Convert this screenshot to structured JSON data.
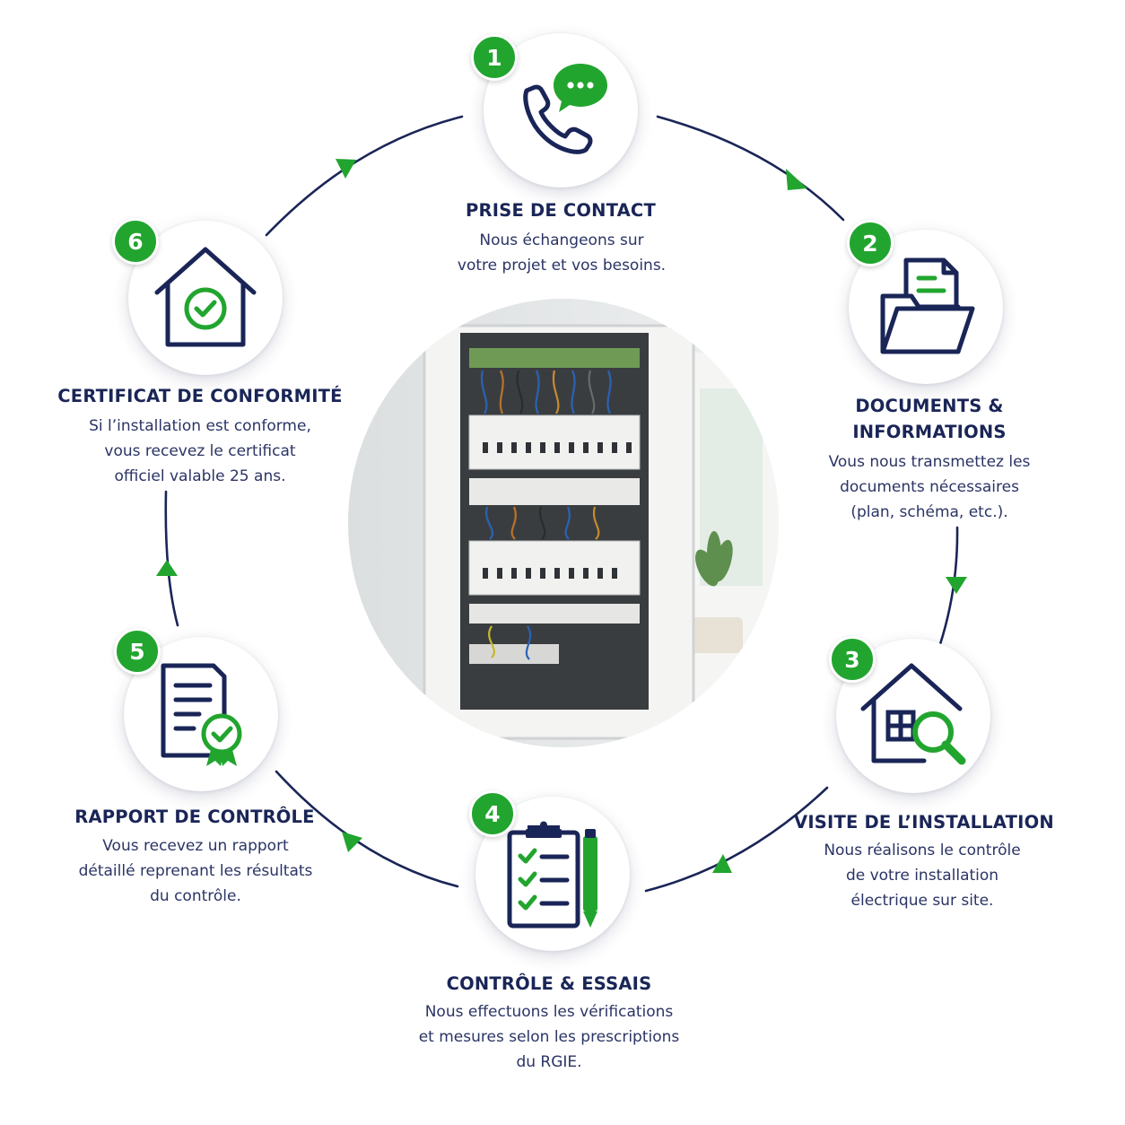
{
  "colors": {
    "navy": "#1a2557",
    "green": "#22a52f",
    "text": "#2b3465"
  },
  "center_image": {
    "subject": "electrical-distribution-panel"
  },
  "steps": [
    {
      "number": "1",
      "icon": "phone-chat-icon",
      "title": "PRISE DE CONTACT",
      "desc": [
        "Nous échangeons sur",
        "votre projet et vos besoins."
      ]
    },
    {
      "number": "2",
      "icon": "document-folder-icon",
      "title": [
        "DOCUMENTS &",
        "INFORMATIONS"
      ],
      "desc": [
        "Vous nous transmettez les",
        "documents nécessaires",
        "(plan, schéma, etc.)."
      ]
    },
    {
      "number": "3",
      "icon": "house-magnifier-icon",
      "title": "VISITE DE L’INSTALLATION",
      "desc": [
        "Nous réalisons le contrôle",
        "de votre installation",
        "électrique sur site."
      ]
    },
    {
      "number": "4",
      "icon": "clipboard-checklist-icon",
      "title": "CONTRÔLE & ESSAIS",
      "desc": [
        "Nous effectuons les vérifications",
        "et mesures selon les prescriptions",
        "du RGIE."
      ]
    },
    {
      "number": "5",
      "icon": "report-certified-icon",
      "title": "RAPPORT DE CONTRÔLE",
      "desc": [
        "Vous recevez un rapport",
        "détaillé reprenant les résultats",
        "du contrôle."
      ]
    },
    {
      "number": "6",
      "icon": "house-check-icon",
      "title": "CERTIFICAT DE CONFORMITÉ",
      "desc": [
        "Si l’installation est conforme,",
        "vous recevez le certificat",
        "officiel valable 25 ans."
      ]
    }
  ]
}
